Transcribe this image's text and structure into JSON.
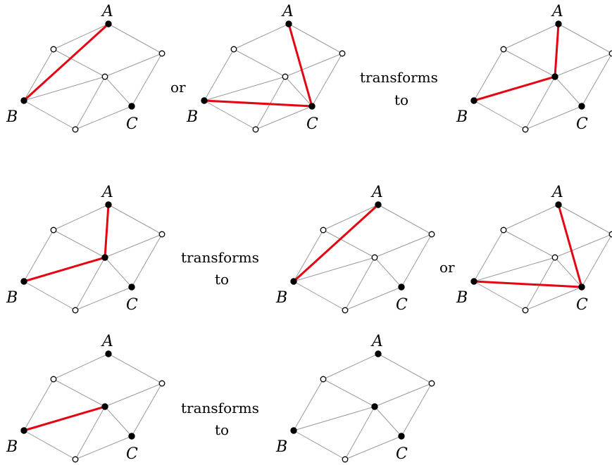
{
  "labels": {
    "a": "A",
    "b": "B",
    "c": "C"
  },
  "words": {
    "or": "or",
    "transforms": "transforms",
    "to": "to"
  },
  "colors": {
    "highlight": "#e30613",
    "edge": "#9a9a9a",
    "vertex": "#000000"
  },
  "rows": [
    {
      "panels": [
        {
          "name": "row1-panel1",
          "inner_filled": false,
          "red_edges": [
            [
              "B",
              "A"
            ]
          ]
        },
        {
          "name": "row1-panel2",
          "inner_filled": false,
          "red_edges": [
            [
              "A",
              "C"
            ],
            [
              "B",
              "C"
            ]
          ]
        },
        {
          "name": "row1-panel3",
          "inner_filled": true,
          "red_edges": [
            [
              "A",
              "center"
            ],
            [
              "B",
              "center"
            ]
          ]
        }
      ],
      "connectors": [
        "or",
        "transforms to"
      ]
    },
    {
      "panels": [
        {
          "name": "row2-panel1",
          "inner_filled": true,
          "red_edges": [
            [
              "A",
              "center"
            ],
            [
              "B",
              "center"
            ]
          ]
        },
        {
          "name": "row2-panel2",
          "inner_filled": false,
          "red_edges": [
            [
              "B",
              "A"
            ]
          ]
        },
        {
          "name": "row2-panel3",
          "inner_filled": false,
          "red_edges": [
            [
              "A",
              "C"
            ],
            [
              "B",
              "C"
            ]
          ]
        }
      ],
      "connectors": [
        "transforms to",
        "or"
      ]
    },
    {
      "panels": [
        {
          "name": "row3-panel1",
          "inner_filled": true,
          "red_edges": [
            [
              "B",
              "center"
            ]
          ]
        },
        {
          "name": "row3-panel2",
          "inner_filled": true,
          "red_edges": []
        }
      ],
      "connectors": [
        "transforms to"
      ]
    }
  ]
}
